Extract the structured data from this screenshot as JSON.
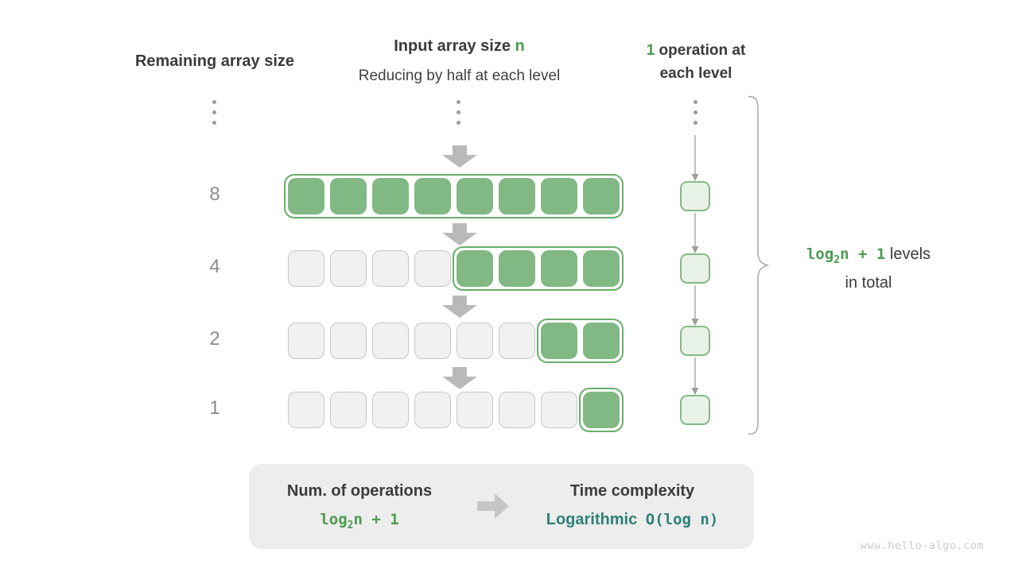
{
  "title_row": {
    "left": "Remaining array size",
    "center_line1_text": "Input array size ",
    "center_line1_green": "n",
    "center_line2": "Reducing by half at each level",
    "right_green": "1",
    "right_line1_rest": " operation at",
    "right_line2": "each level"
  },
  "rows": [
    {
      "label": "8",
      "gray_cells": 0,
      "green_cells": 8
    },
    {
      "label": "4",
      "gray_cells": 4,
      "green_cells": 4
    },
    {
      "label": "2",
      "gray_cells": 6,
      "green_cells": 2
    },
    {
      "label": "1",
      "gray_cells": 7,
      "green_cells": 1
    }
  ],
  "levels_annotation": {
    "formula_log": "log",
    "formula_sub": "2",
    "formula_rest": "n + 1",
    "line1_rest": " levels",
    "line2": "in total"
  },
  "summary": {
    "operations_title": "Num. of operations",
    "operations_formula_log": "log",
    "operations_formula_sub": "2",
    "operations_formula_rest": "n + 1",
    "complexity_title": "Time complexity",
    "complexity_name": "Logarithmic",
    "complexity_big_o": "O(log n)"
  },
  "watermark": "www.hello-algo.com",
  "colors": {
    "green_fill": "#81b884",
    "green_border": "#68ae6c",
    "light_green_fill": "#e9f2e6",
    "gray_cell_fill": "#f1f1f1",
    "gray_cell_border": "#c7c7c7",
    "green_text": "#4d9a50",
    "teal_text": "#2e8077",
    "dark_text": "#3b3b3b",
    "arrow_gray": "#b9b9b9"
  }
}
